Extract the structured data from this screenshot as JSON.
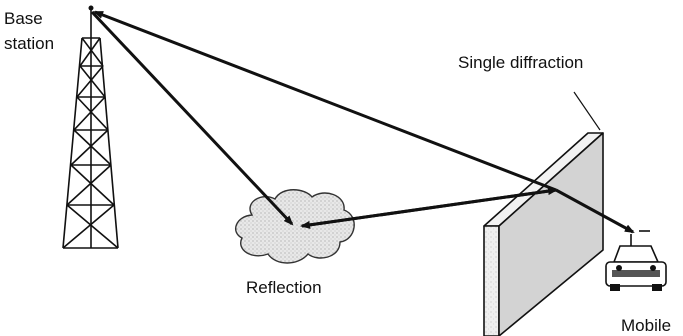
{
  "labels": {
    "base_station_line1": "Base",
    "base_station_line2": "station",
    "single_diffraction": "Single diffraction",
    "reflection": "Reflection",
    "mobile": "Mobile"
  },
  "colors": {
    "ink": "#111111",
    "wall_face": "#d3d3d3",
    "wall_top": "#f2f2f2",
    "wall_side": "#ececec",
    "cloud_fill": "#e3e3e3"
  }
}
